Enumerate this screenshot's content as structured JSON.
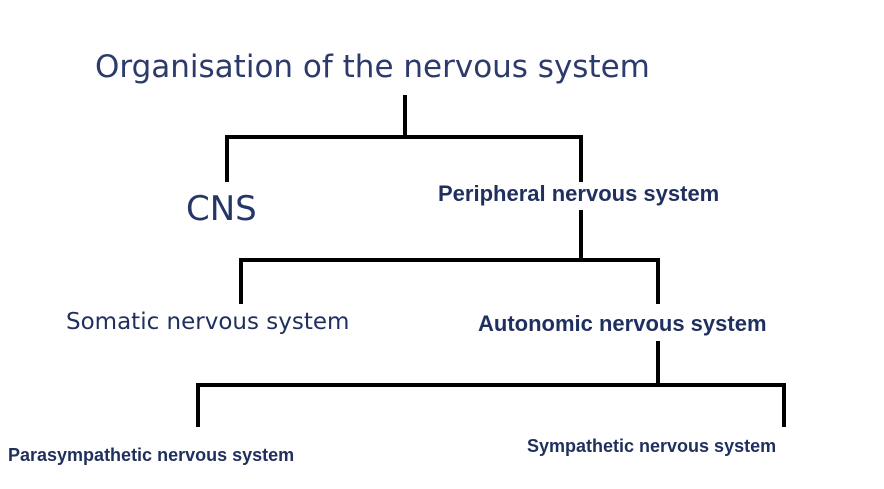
{
  "diagram": {
    "title": "Organisation of the nervous system",
    "nodes": {
      "cns": "CNS",
      "peripheral": "Peripheral nervous system",
      "somatic": "Somatic nervous system",
      "autonomic": "Autonomic nervous system",
      "parasympathetic": "Parasympathetic nervous system",
      "sympathetic": "Sympathetic nervous system"
    },
    "edges": [
      {
        "from": "title",
        "to": "cns"
      },
      {
        "from": "title",
        "to": "peripheral"
      },
      {
        "from": "peripheral",
        "to": "somatic"
      },
      {
        "from": "peripheral",
        "to": "autonomic"
      },
      {
        "from": "autonomic",
        "to": "parasympathetic"
      },
      {
        "from": "autonomic",
        "to": "sympathetic"
      }
    ],
    "colors": {
      "text": "#1f2f5e",
      "lines": "#000000",
      "background": "#ffffff"
    }
  }
}
